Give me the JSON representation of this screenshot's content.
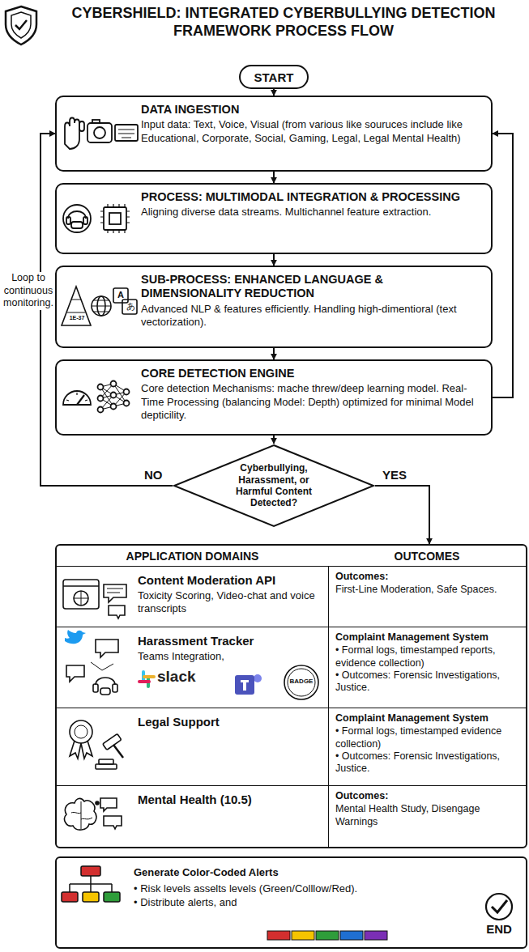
{
  "diagram": {
    "title": "CYBERSHIELD: INTEGRATED CYBERBULLYING DETECTION FRAMEWORK PROCESS FLOW",
    "nodes": [
      {
        "text": [
          "START"
        ]
      },
      {
        "text": [
          "DATA INGESTION",
          "Input data: Text, Voice, Visual (from various like souruces include like Educational, Corporate, Social, Gaming, Legal, Legal Mental Health)"
        ]
      },
      {
        "text": [
          "PROCESS: MULTIMODAL INTEGRATION & PROCESSING",
          "Aligning diverse data streams. Multichannel feature extraction."
        ]
      },
      {
        "text": [
          "SUB-PROCESS: ENHANCED LANGUAGE & DIMENSIONALITY REDUCTION",
          "Advanced NLP & features efficiently. Handling high-dimentioral (text vectorization)."
        ]
      },
      {
        "text": [
          "CORE DETECTION ENGINE",
          "Core detection Mechanisms: mache threw/deep learning model. Real-Time Processing (balancing Model: Depth) optimized for minimal Model depticility."
        ]
      },
      {
        "text": [
          "Cyberbullying, Harassment, or Harmful Content Detected?"
        ]
      },
      {
        "text": [
          "APPLICATION DOMAINS",
          "OUTCOMES"
        ]
      },
      {
        "text": [
          "Content Moderation API",
          "Toxicity Scoring, Video-chat and voice transcripts"
        ],
        "in": 6
      },
      {
        "text": [
          "Outcomes:",
          "First-Line Moderation, Safe Spaces."
        ],
        "in": 6
      },
      {
        "text": [
          "Harassment Tracker",
          "Teams Integration,"
        ],
        "in": 6
      },
      {
        "text": [
          "Complaint Management System",
          "• Formal logs, timestamped reports, evidence collection)",
          "• Outcomes: Forensic Investigations, Justice."
        ],
        "in": 6
      },
      {
        "text": [
          "Legal Support"
        ],
        "in": 6
      },
      {
        "text": [
          "Complaint Management System",
          "• Formal logs, timestamped evidence collection)",
          "• Outcomes: Forensic Investigations, Justice."
        ],
        "in": 6
      },
      {
        "text": [
          "Mental Health (10.5)"
        ],
        "in": 6
      },
      {
        "text": [
          "Outcomes:",
          "Mental Health Study, Disengage Warnings"
        ],
        "in": 6
      },
      {
        "text": [
          "Generate Color-Coded Alerts",
          "• Risk levels asselts levels (Green/Colllow/Red).",
          "• Distribute alerts, and"
        ]
      }
    ],
    "edges": [
      {
        "from": 0,
        "to": 1,
        "arrow": "to"
      },
      {
        "from": 1,
        "to": 2,
        "arrow": "to"
      },
      {
        "from": 2,
        "to": 3,
        "arrow": "to"
      },
      {
        "from": 3,
        "to": 4,
        "arrow": "to"
      },
      {
        "from": 4,
        "to": 5,
        "arrow": "to"
      },
      {
        "from": 5,
        "to": 1,
        "label": "NO",
        "arrow": "to"
      },
      {
        "from": 4,
        "to": 1,
        "arrow": "to"
      },
      {
        "from": 5,
        "to": 6,
        "label": "YES",
        "arrow": "to"
      }
    ],
    "labels": [
      "Loop to continuous monitoring.",
      "1E-37",
      "A",
      "あ",
      "slack",
      "BADGE",
      "END"
    ]
  }
}
